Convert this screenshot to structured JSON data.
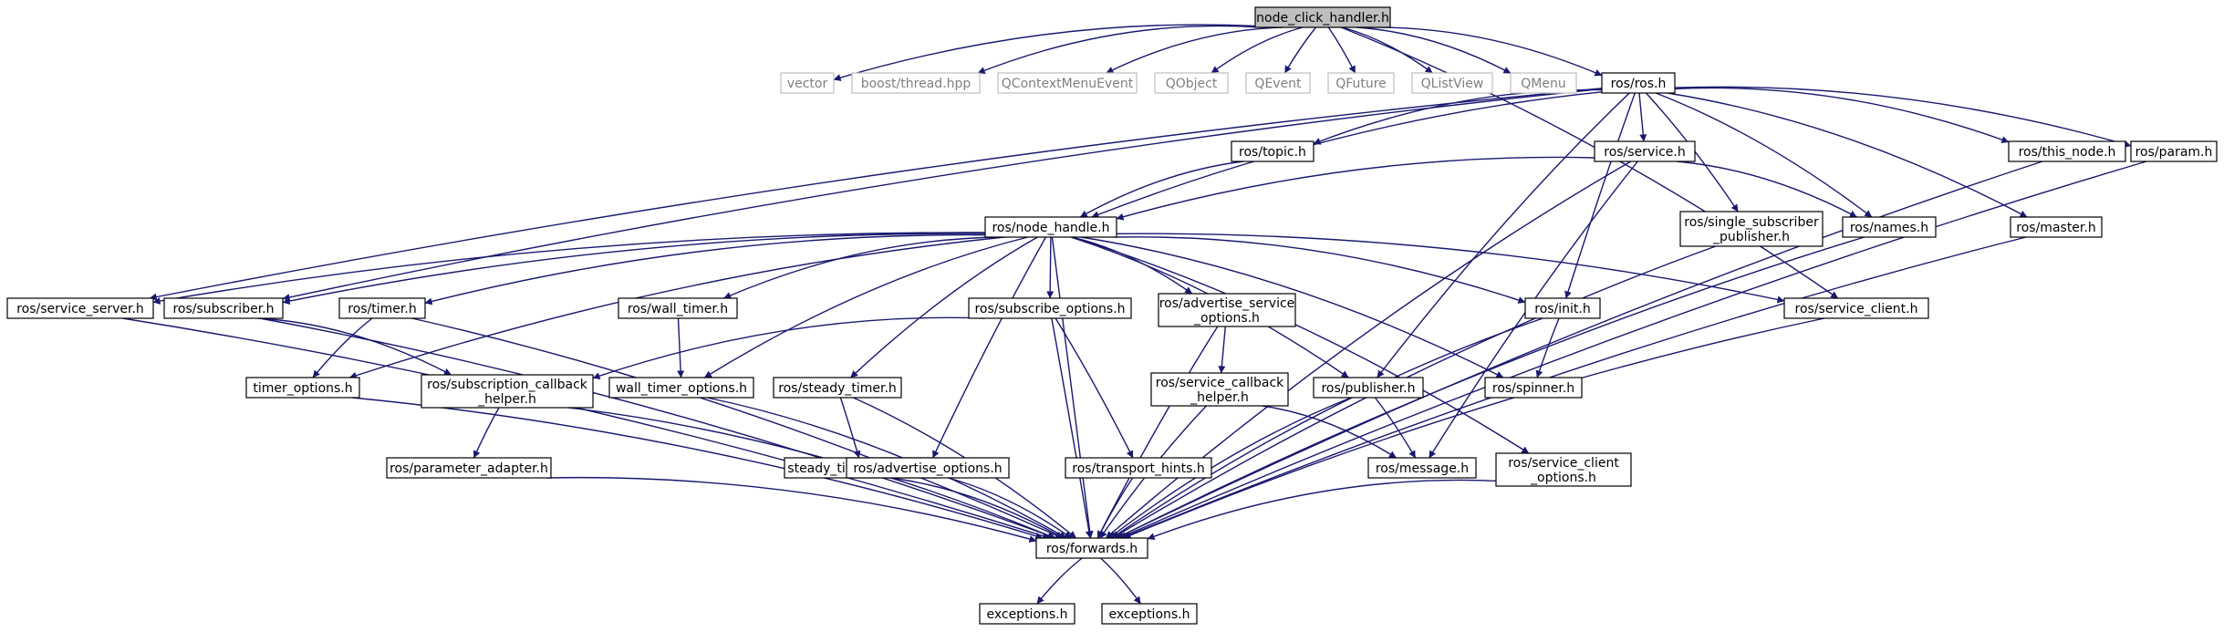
{
  "colors": {
    "edge": "#191970",
    "node_border": "#000000",
    "node_text": "#000000",
    "external_border": "#bfbfbf",
    "external_text": "#7f7f7f",
    "root_fill": "#bfbfbf"
  },
  "nodes": [
    {
      "id": "root",
      "label": "node_click_handler.h",
      "kind": "root"
    },
    {
      "id": "vector",
      "label": "vector",
      "kind": "external"
    },
    {
      "id": "boost_thread",
      "label": "boost/thread.hpp",
      "kind": "external"
    },
    {
      "id": "qcontextmenuevent",
      "label": "QContextMenuEvent",
      "kind": "external"
    },
    {
      "id": "qobject",
      "label": "QObject",
      "kind": "external"
    },
    {
      "id": "qevent",
      "label": "QEvent",
      "kind": "external"
    },
    {
      "id": "qfuture",
      "label": "QFuture",
      "kind": "external"
    },
    {
      "id": "qlistview",
      "label": "QListView",
      "kind": "external"
    },
    {
      "id": "qmenu",
      "label": "QMenu",
      "kind": "external"
    },
    {
      "id": "ros_ros",
      "label": "ros/ros.h",
      "kind": "local"
    },
    {
      "id": "ros_topic",
      "label": "ros/topic.h",
      "kind": "local"
    },
    {
      "id": "ros_service",
      "label": "ros/service.h",
      "kind": "local"
    },
    {
      "id": "ros_single_sub_pub",
      "label": "ros/single_subscriber\n_publisher.h",
      "kind": "local"
    },
    {
      "id": "ros_names",
      "label": "ros/names.h",
      "kind": "local"
    },
    {
      "id": "ros_master",
      "label": "ros/master.h",
      "kind": "local"
    },
    {
      "id": "ros_this_node",
      "label": "ros/this_node.h",
      "kind": "local"
    },
    {
      "id": "ros_param",
      "label": "ros/param.h",
      "kind": "local"
    },
    {
      "id": "ros_node_handle",
      "label": "ros/node_handle.h",
      "kind": "local"
    },
    {
      "id": "ros_service_server",
      "label": "ros/service_server.h",
      "kind": "local"
    },
    {
      "id": "ros_subscriber",
      "label": "ros/subscriber.h",
      "kind": "local"
    },
    {
      "id": "ros_timer",
      "label": "ros/timer.h",
      "kind": "local"
    },
    {
      "id": "ros_wall_timer",
      "label": "ros/wall_timer.h",
      "kind": "local"
    },
    {
      "id": "ros_subscribe_options",
      "label": "ros/subscribe_options.h",
      "kind": "local"
    },
    {
      "id": "ros_advertise_service_options",
      "label": "ros/advertise_service\n_options.h",
      "kind": "local"
    },
    {
      "id": "ros_init",
      "label": "ros/init.h",
      "kind": "local"
    },
    {
      "id": "ros_service_client",
      "label": "ros/service_client.h",
      "kind": "local"
    },
    {
      "id": "timer_options",
      "label": "timer_options.h",
      "kind": "local"
    },
    {
      "id": "ros_subscription_callback_helper",
      "label": "ros/subscription_callback\n_helper.h",
      "kind": "local"
    },
    {
      "id": "wall_timer_options",
      "label": "wall_timer_options.h",
      "kind": "local"
    },
    {
      "id": "ros_steady_timer",
      "label": "ros/steady_timer.h",
      "kind": "local"
    },
    {
      "id": "ros_service_callback_helper",
      "label": "ros/service_callback\n_helper.h",
      "kind": "local"
    },
    {
      "id": "ros_publisher",
      "label": "ros/publisher.h",
      "kind": "local"
    },
    {
      "id": "ros_spinner",
      "label": "ros/spinner.h",
      "kind": "local"
    },
    {
      "id": "ros_parameter_adapter",
      "label": "ros/parameter_adapter.h",
      "kind": "local"
    },
    {
      "id": "steady_timer_options",
      "label": "steady_timer_options.h",
      "kind": "local"
    },
    {
      "id": "ros_advertise_options",
      "label": "ros/advertise_options.h",
      "kind": "local"
    },
    {
      "id": "ros_transport_hints",
      "label": "ros/transport_hints.h",
      "kind": "local"
    },
    {
      "id": "ros_message",
      "label": "ros/message.h",
      "kind": "local"
    },
    {
      "id": "ros_service_client_options",
      "label": "ros/service_client\n_options.h",
      "kind": "local"
    },
    {
      "id": "ros_forwards",
      "label": "ros/forwards.h",
      "kind": "local"
    },
    {
      "id": "exceptions_1",
      "label": "exceptions.h",
      "kind": "local"
    },
    {
      "id": "exceptions_2",
      "label": "exceptions.h",
      "kind": "local"
    }
  ],
  "edges": [
    [
      "root",
      "vector"
    ],
    [
      "root",
      "boost_thread"
    ],
    [
      "root",
      "qcontextmenuevent"
    ],
    [
      "root",
      "qobject"
    ],
    [
      "root",
      "qevent"
    ],
    [
      "root",
      "qfuture"
    ],
    [
      "root",
      "qlistview"
    ],
    [
      "root",
      "qmenu"
    ],
    [
      "root",
      "ros_ros"
    ],
    [
      "root",
      "ros_service_client"
    ],
    [
      "ros_ros",
      "ros_topic"
    ],
    [
      "ros_ros",
      "ros_service"
    ],
    [
      "ros_ros",
      "ros_single_sub_pub"
    ],
    [
      "ros_ros",
      "ros_names"
    ],
    [
      "ros_ros",
      "ros_master"
    ],
    [
      "ros_ros",
      "ros_this_node"
    ],
    [
      "ros_ros",
      "ros_param"
    ],
    [
      "ros_ros",
      "ros_node_handle"
    ],
    [
      "ros_ros",
      "ros_service_server"
    ],
    [
      "ros_ros",
      "ros_subscriber"
    ],
    [
      "ros_ros",
      "ros_init"
    ],
    [
      "ros_ros",
      "ros_publisher"
    ],
    [
      "ros_topic",
      "ros_node_handle"
    ],
    [
      "ros_service",
      "ros_node_handle"
    ],
    [
      "ros_service",
      "ros_names"
    ],
    [
      "ros_service",
      "ros_message"
    ],
    [
      "ros_service",
      "ros_forwards"
    ],
    [
      "ros_node_handle",
      "ros_service_server"
    ],
    [
      "ros_node_handle",
      "ros_subscriber"
    ],
    [
      "ros_node_handle",
      "ros_timer"
    ],
    [
      "ros_node_handle",
      "ros_wall_timer"
    ],
    [
      "ros_node_handle",
      "ros_subscribe_options"
    ],
    [
      "ros_node_handle",
      "ros_advertise_service_options"
    ],
    [
      "ros_node_handle",
      "ros_init"
    ],
    [
      "ros_node_handle",
      "ros_service_client"
    ],
    [
      "ros_node_handle",
      "timer_options"
    ],
    [
      "ros_node_handle",
      "wall_timer_options"
    ],
    [
      "ros_node_handle",
      "ros_steady_timer"
    ],
    [
      "ros_node_handle",
      "ros_publisher"
    ],
    [
      "ros_node_handle",
      "ros_spinner"
    ],
    [
      "ros_node_handle",
      "ros_advertise_options"
    ],
    [
      "ros_node_handle",
      "ros_service_client_options"
    ],
    [
      "ros_node_handle",
      "ros_forwards"
    ],
    [
      "ros_service_server",
      "ros_forwards"
    ],
    [
      "ros_subscriber",
      "ros_subscription_callback_helper"
    ],
    [
      "ros_subscriber",
      "ros_forwards"
    ],
    [
      "ros_timer",
      "timer_options"
    ],
    [
      "ros_timer",
      "ros_forwards"
    ],
    [
      "ros_wall_timer",
      "wall_timer_options"
    ],
    [
      "ros_subscribe_options",
      "ros_subscription_callback_helper"
    ],
    [
      "ros_subscribe_options",
      "ros_transport_hints"
    ],
    [
      "ros_subscribe_options",
      "ros_forwards"
    ],
    [
      "ros_advertise_service_options",
      "ros_service_callback_helper"
    ],
    [
      "ros_advertise_service_options",
      "ros_forwards"
    ],
    [
      "ros_init",
      "ros_spinner"
    ],
    [
      "ros_init",
      "ros_forwards"
    ],
    [
      "ros_service_client",
      "ros_forwards"
    ],
    [
      "timer_options",
      "ros_forwards"
    ],
    [
      "ros_subscription_callback_helper",
      "ros_parameter_adapter"
    ],
    [
      "ros_subscription_callback_helper",
      "ros_forwards"
    ],
    [
      "wall_timer_options",
      "ros_forwards"
    ],
    [
      "ros_steady_timer",
      "steady_timer_options"
    ],
    [
      "ros_steady_timer",
      "ros_forwards"
    ],
    [
      "ros_service_callback_helper",
      "ros_message"
    ],
    [
      "ros_service_callback_helper",
      "ros_forwards"
    ],
    [
      "ros_publisher",
      "ros_message"
    ],
    [
      "ros_publisher",
      "ros_forwards"
    ],
    [
      "ros_single_sub_pub",
      "ros_forwards"
    ],
    [
      "ros_names",
      "ros_forwards"
    ],
    [
      "ros_master",
      "ros_forwards"
    ],
    [
      "ros_this_node",
      "ros_forwards"
    ],
    [
      "ros_param",
      "ros_forwards"
    ],
    [
      "ros_parameter_adapter",
      "ros_forwards"
    ],
    [
      "steady_timer_options",
      "ros_forwards"
    ],
    [
      "ros_advertise_options",
      "ros_forwards"
    ],
    [
      "ros_transport_hints",
      "ros_forwards"
    ],
    [
      "ros_service_client_options",
      "ros_forwards"
    ],
    [
      "ros_forwards",
      "exceptions_1"
    ],
    [
      "ros_forwards",
      "exceptions_2"
    ]
  ]
}
